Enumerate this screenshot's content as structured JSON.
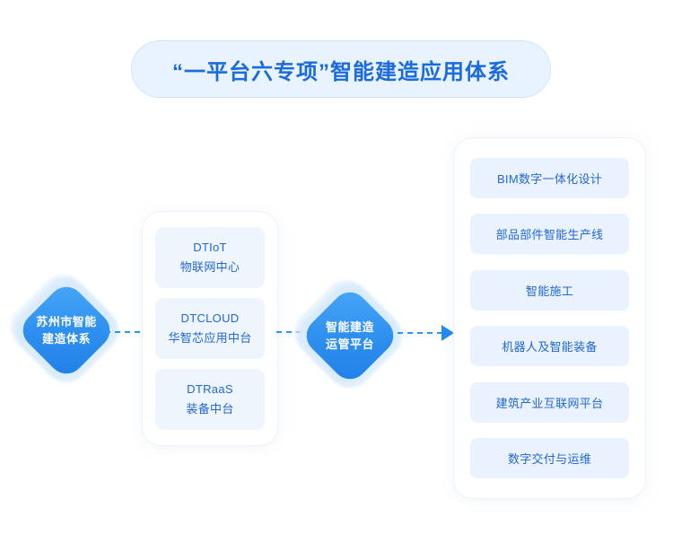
{
  "title": {
    "text": "“一平台六专项”智能建造应用体系"
  },
  "nodes": {
    "left_diamond": {
      "line1": "苏州市智能",
      "line2": "建造体系"
    },
    "mid_diamond": {
      "line1": "智能建造",
      "line2": "运管平台"
    }
  },
  "middle_card": {
    "items": [
      {
        "line1": "DTIoT",
        "line2": "物联网中心"
      },
      {
        "line1": "DTCLOUD",
        "line2": "华智芯应用中台"
      },
      {
        "line1": "DTRaaS",
        "line2": "装备中台"
      }
    ]
  },
  "right_panel": {
    "items": [
      {
        "label": "BIM数字一体化设计"
      },
      {
        "label": "部品部件智能生产线"
      },
      {
        "label": "智能施工"
      },
      {
        "label": "机器人及智能装备"
      },
      {
        "label": "建筑产业互联网平台"
      },
      {
        "label": "数字交付与运维"
      }
    ]
  },
  "connectors": {
    "left_to_middle": "dashed-line",
    "middle_to_platform": "dashed-line",
    "platform_to_right": "dashed-arrow"
  },
  "colors": {
    "accent": "#1a6ae0",
    "diamond": "#2f90f0",
    "pill_bg": "#e8f3fd",
    "item_bg": "#eaf3fd",
    "item_text": "#2167d6",
    "canvas_bg": "#ffffff"
  }
}
